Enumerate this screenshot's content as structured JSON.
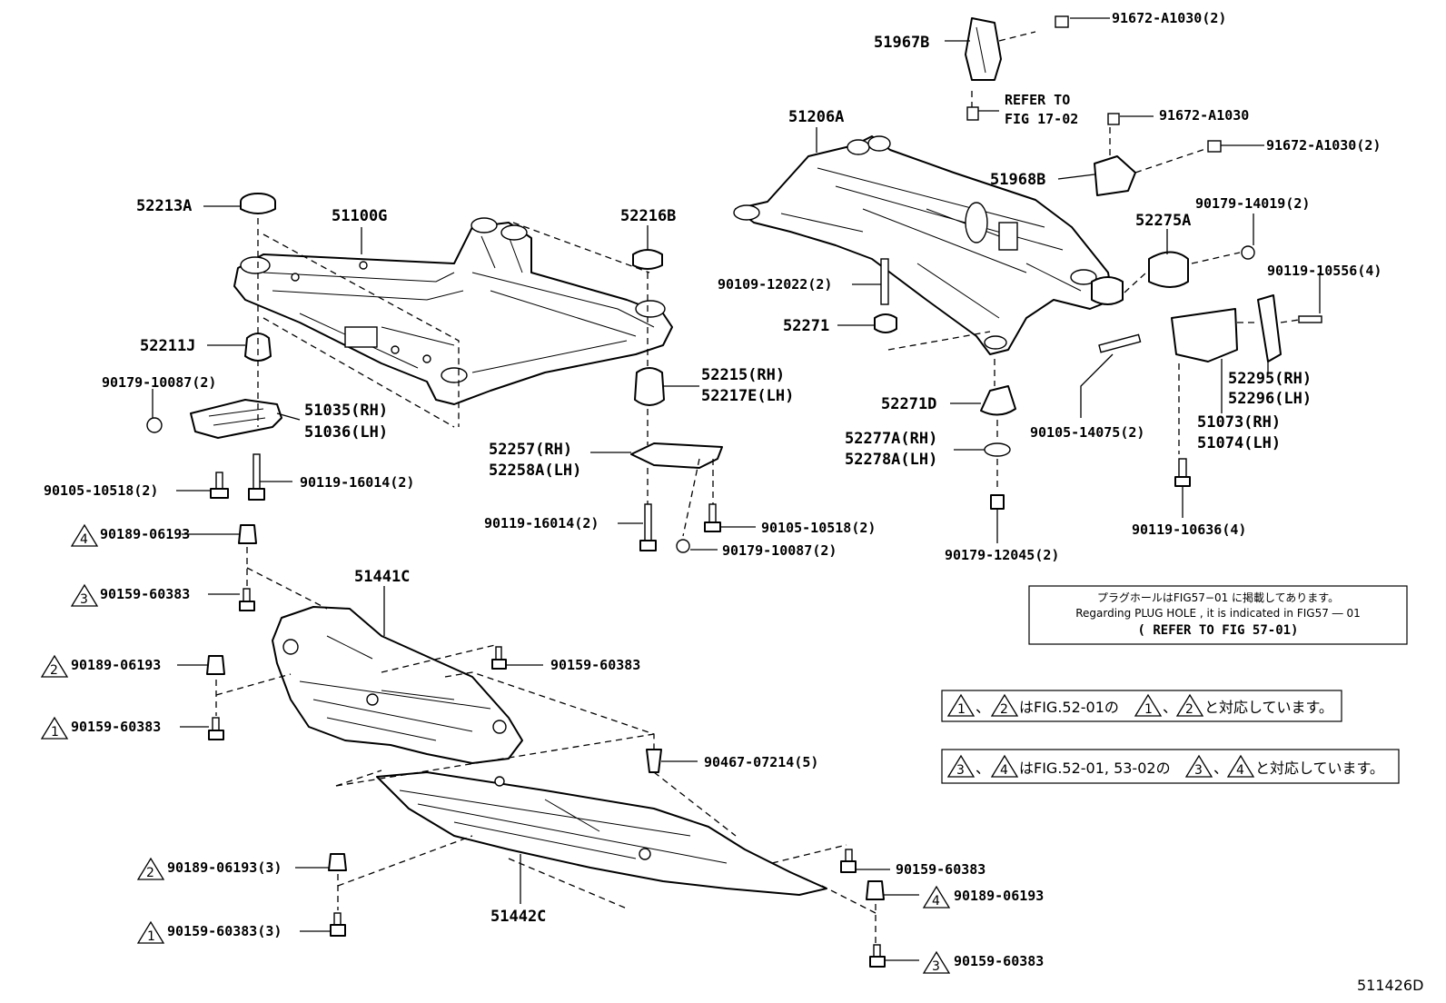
{
  "diagram_id": "511426D",
  "parts": {
    "p51967B": "51967B",
    "p91672_A1030_2a": "91672-A1030(2)",
    "refer_to_line1": "REFER TO",
    "refer_to_line2": "FIG 17-02",
    "p51206A": "51206A",
    "p91672_A1030": "91672-A1030",
    "p91672_A1030_2b": "91672-A1030(2)",
    "p51968B": "51968B",
    "p52213A": "52213A",
    "p51100G": "51100G",
    "p52216B": "52216B",
    "p90179_14019_2": "90179-14019(2)",
    "p52275A": "52275A",
    "p90109_12022_2": "90109-12022(2)",
    "p90119_10556_4": "90119-10556(4)",
    "p52271": "52271",
    "p52211J": "52211J",
    "p52215_RH": "52215(RH)",
    "p52217E_LH": "52217E(LH)",
    "p90179_10087_2a": "90179-10087(2)",
    "p51035_RH": "51035(RH)",
    "p51036_LH": "51036(LH)",
    "p52271D": "52271D",
    "p52295_RH": "52295(RH)",
    "p52296_LH": "52296(LH)",
    "p52277A_RH": "52277A(RH)",
    "p52278A_LH": "52278A(LH)",
    "p90105_14075_2": "90105-14075(2)",
    "p51073_RH": "51073(RH)",
    "p51074_LH": "51074(LH)",
    "p52257_RH": "52257(RH)",
    "p52258A_LH": "52258A(LH)",
    "p90105_10518_2a": "90105-10518(2)",
    "p90119_16014_2a": "90119-16014(2)",
    "p90119_16014_2b": "90119-16014(2)",
    "p90105_10518_2b": "90105-10518(2)",
    "p90179_10087_2b": "90179-10087(2)",
    "p90179_12045_2": "90179-12045(2)",
    "p90119_10636_4": "90119-10636(4)",
    "p90189_06193_a": "90189-06193",
    "p51441C": "51441C",
    "p90159_60383_a": "90159-60383",
    "p90159_60383_b": "90159-60383",
    "p90189_06193_b": "90189-06193",
    "p90159_60383_c": "90159-60383",
    "p90467_07214_5": "90467-07214(5)",
    "p90189_06193_3": "90189-06193(3)",
    "p90159_60383_d": "90159-60383",
    "p90189_06193_c": "90189-06193",
    "p51442C": "51442C",
    "p90159_60383_3": "90159-60383(3)",
    "p90159_60383_e": "90159-60383"
  },
  "markers": {
    "m1": "1",
    "m2": "2",
    "m3": "3",
    "m4": "4"
  },
  "notes": {
    "plug_hole_jp": "プラグホールはFIG57−01 に掲載してあります。",
    "plug_hole_en": "Regarding PLUG HOLE , it is indicated in FIG57 ― 01",
    "plug_hole_ref": "( REFER TO FIG 57-01)",
    "mark12_text1": "、",
    "mark12_text2": "はFIG.52-01の",
    "mark12_text3": "、",
    "mark12_text4": "と対応しています。",
    "mark34_text1": "、",
    "mark34_text2": "はFIG.52-01, 53-02の",
    "mark34_text3": "、",
    "mark34_text4": "と対応しています。"
  }
}
